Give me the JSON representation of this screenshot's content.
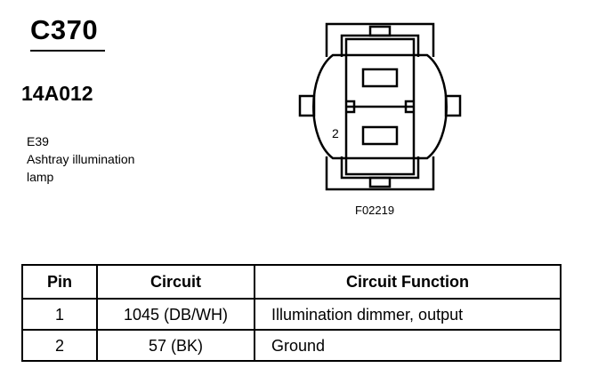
{
  "connector": {
    "id": "C370",
    "part_number": "14A012",
    "component_code": "E39",
    "component_name_line1": "Ashtray illumination",
    "component_name_line2": "lamp"
  },
  "diagram": {
    "pin_label": "2",
    "figure_code": "F02219"
  },
  "table": {
    "headers": [
      "Pin",
      "Circuit",
      "Circuit Function"
    ],
    "rows": [
      {
        "pin": "1",
        "circuit": "1045 (DB/WH)",
        "function": "Illumination dimmer, output"
      },
      {
        "pin": "2",
        "circuit": "57 (BK)",
        "function": "Ground"
      }
    ]
  }
}
